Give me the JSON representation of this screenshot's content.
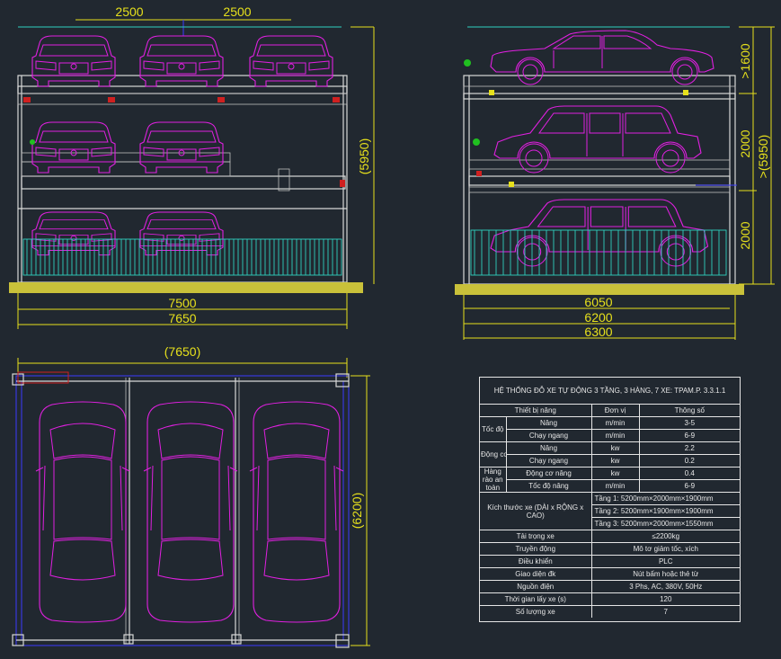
{
  "front_view": {
    "dims_top": [
      "2500",
      "2500"
    ],
    "dim_height": "(5950)",
    "dims_bottom": [
      "7500",
      "7650"
    ]
  },
  "side_view": {
    "dims_right": [
      ">1600",
      "2000",
      "2000"
    ],
    "dim_total": ">(5950)",
    "dims_bottom": [
      "6050",
      "6200",
      "6300"
    ]
  },
  "plan_view": {
    "dim_width": "(7650)",
    "dim_depth": "(6200)"
  },
  "spec_table": {
    "title": "HỆ THỐNG ĐỖ XE TỰ ĐỘNG 3 TẦNG, 3 HÀNG, 7 XE: TPAM.P. 3.3.1.1",
    "header": [
      "Thiết bị nâng",
      "Đơn vị",
      "Thông số"
    ],
    "speed": {
      "group": "Tốc độ",
      "rows": [
        {
          "label": "Nâng",
          "unit": "m/min",
          "value": "3-5"
        },
        {
          "label": "Chạy ngang",
          "unit": "m/min",
          "value": "6-9"
        }
      ]
    },
    "motor": {
      "group": "Động cơ",
      "rows": [
        {
          "label": "Nâng",
          "unit": "kw",
          "value": "2.2"
        },
        {
          "label": "Chạy ngang",
          "unit": "kw",
          "value": "0.2"
        }
      ]
    },
    "fence": {
      "group": "Hàng rào an toàn",
      "rows": [
        {
          "label": "Động cơ nâng",
          "unit": "kw",
          "value": "0.4"
        },
        {
          "label": "Tốc độ nâng",
          "unit": "m/min",
          "value": "6-9"
        }
      ]
    },
    "car_size": {
      "group": "Kích thước xe (DÀI x RỘNG x CAO)",
      "rows": [
        "Tầng 1: 5200mm×2000mm×1900mm",
        "Tầng 2: 5200mm×1900mm×1900mm",
        "Tầng 3: 5200mm×2000mm×1550mm"
      ]
    },
    "rows": [
      {
        "label": "Tải trọng xe",
        "value": "≤2200kg"
      },
      {
        "label": "Truyền động",
        "value": "Mô tơ giảm tốc, xích"
      },
      {
        "label": "Điều khiển",
        "value": "PLC"
      },
      {
        "label": "Giao diện đk",
        "value": "Nút bấm hoặc thẻ từ"
      },
      {
        "label": "Nguồn điện",
        "value": "3 Phs, AC, 380V, 50Hz"
      },
      {
        "label": "Thời gian lấy xe (s)",
        "value": "120"
      },
      {
        "label": "Số lượng xe",
        "value": "7"
      }
    ]
  }
}
